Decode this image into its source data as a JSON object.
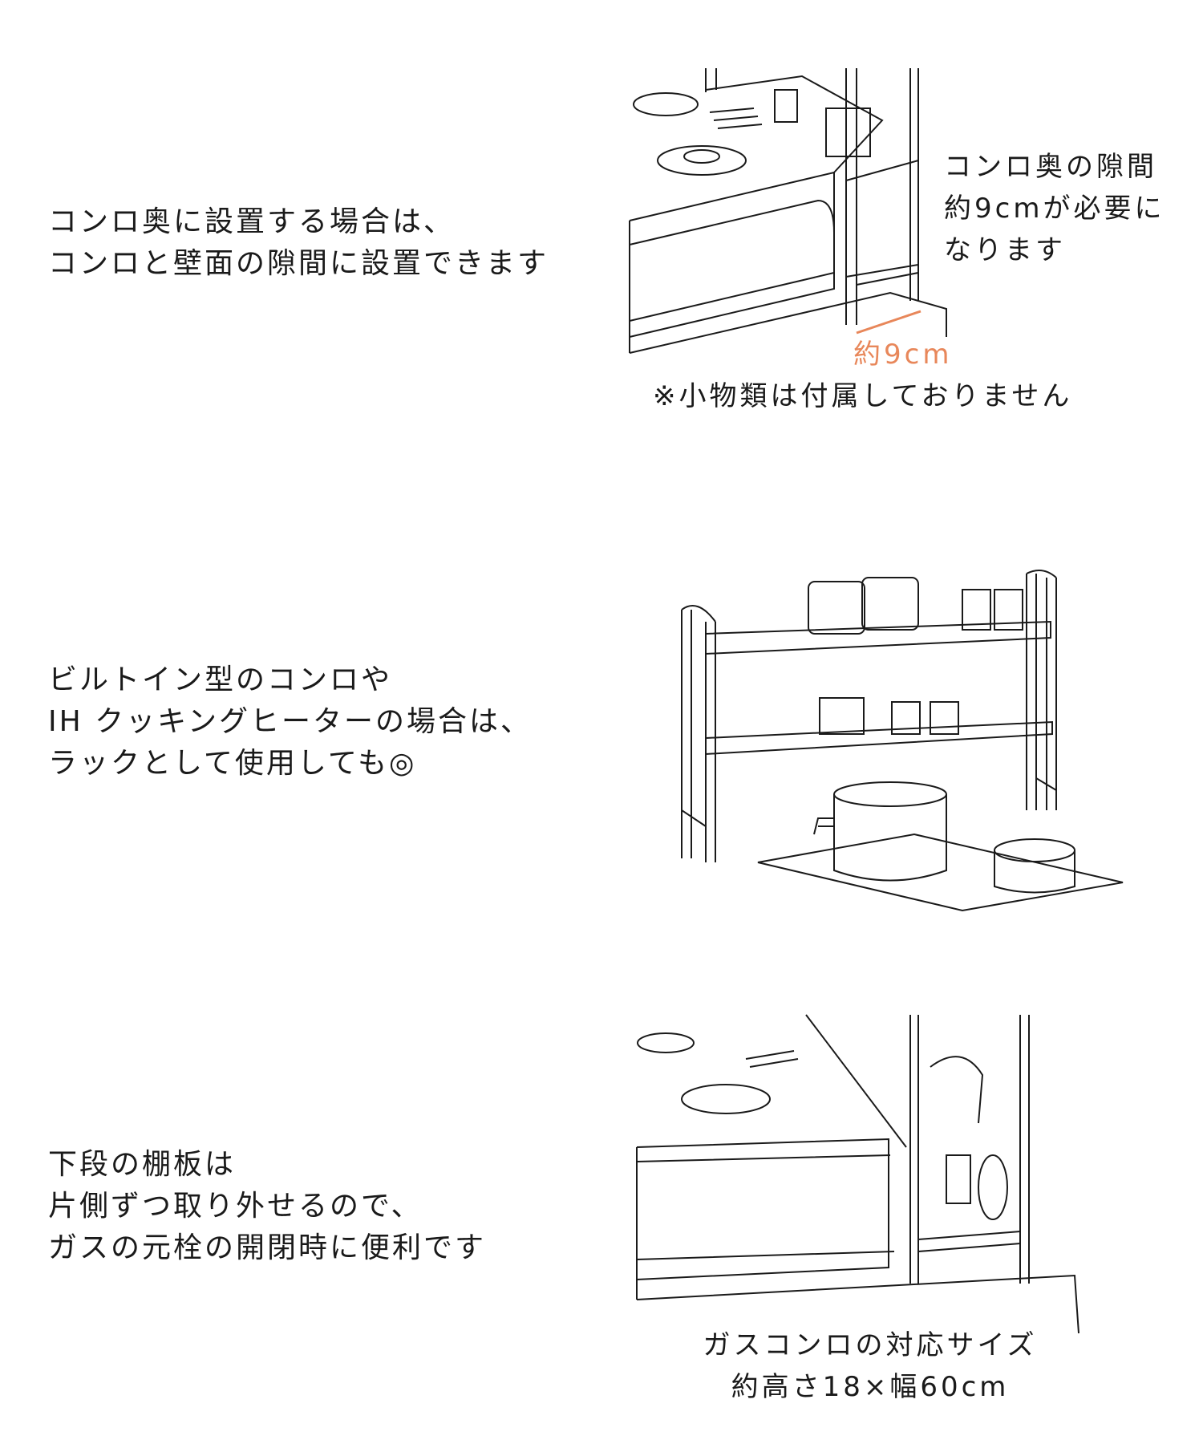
{
  "section1": {
    "lines": [
      "コンロ奥に設置する場合は、",
      "コンロと壁面の隙間に設置できます"
    ],
    "callout": [
      "コンロ奥の隙間",
      "約9cmが必要に",
      "なります"
    ],
    "dimension": "約9cm",
    "footnote": "※小物類は付属しておりません"
  },
  "section2": {
    "lines": [
      "ビルトイン型のコンロや",
      "IH クッキングヒーターの場合は、",
      "ラックとして使用しても◎"
    ]
  },
  "section3": {
    "lines": [
      "下段の棚板は",
      "片側ずつ取り外せるので、",
      "ガスの元栓の開閉時に便利です"
    ],
    "caption": [
      "ガスコンロの対応サイズ",
      "約高さ18×幅60cm"
    ]
  },
  "colors": {
    "accent": "#e8875a",
    "text": "#1a1a1a"
  }
}
